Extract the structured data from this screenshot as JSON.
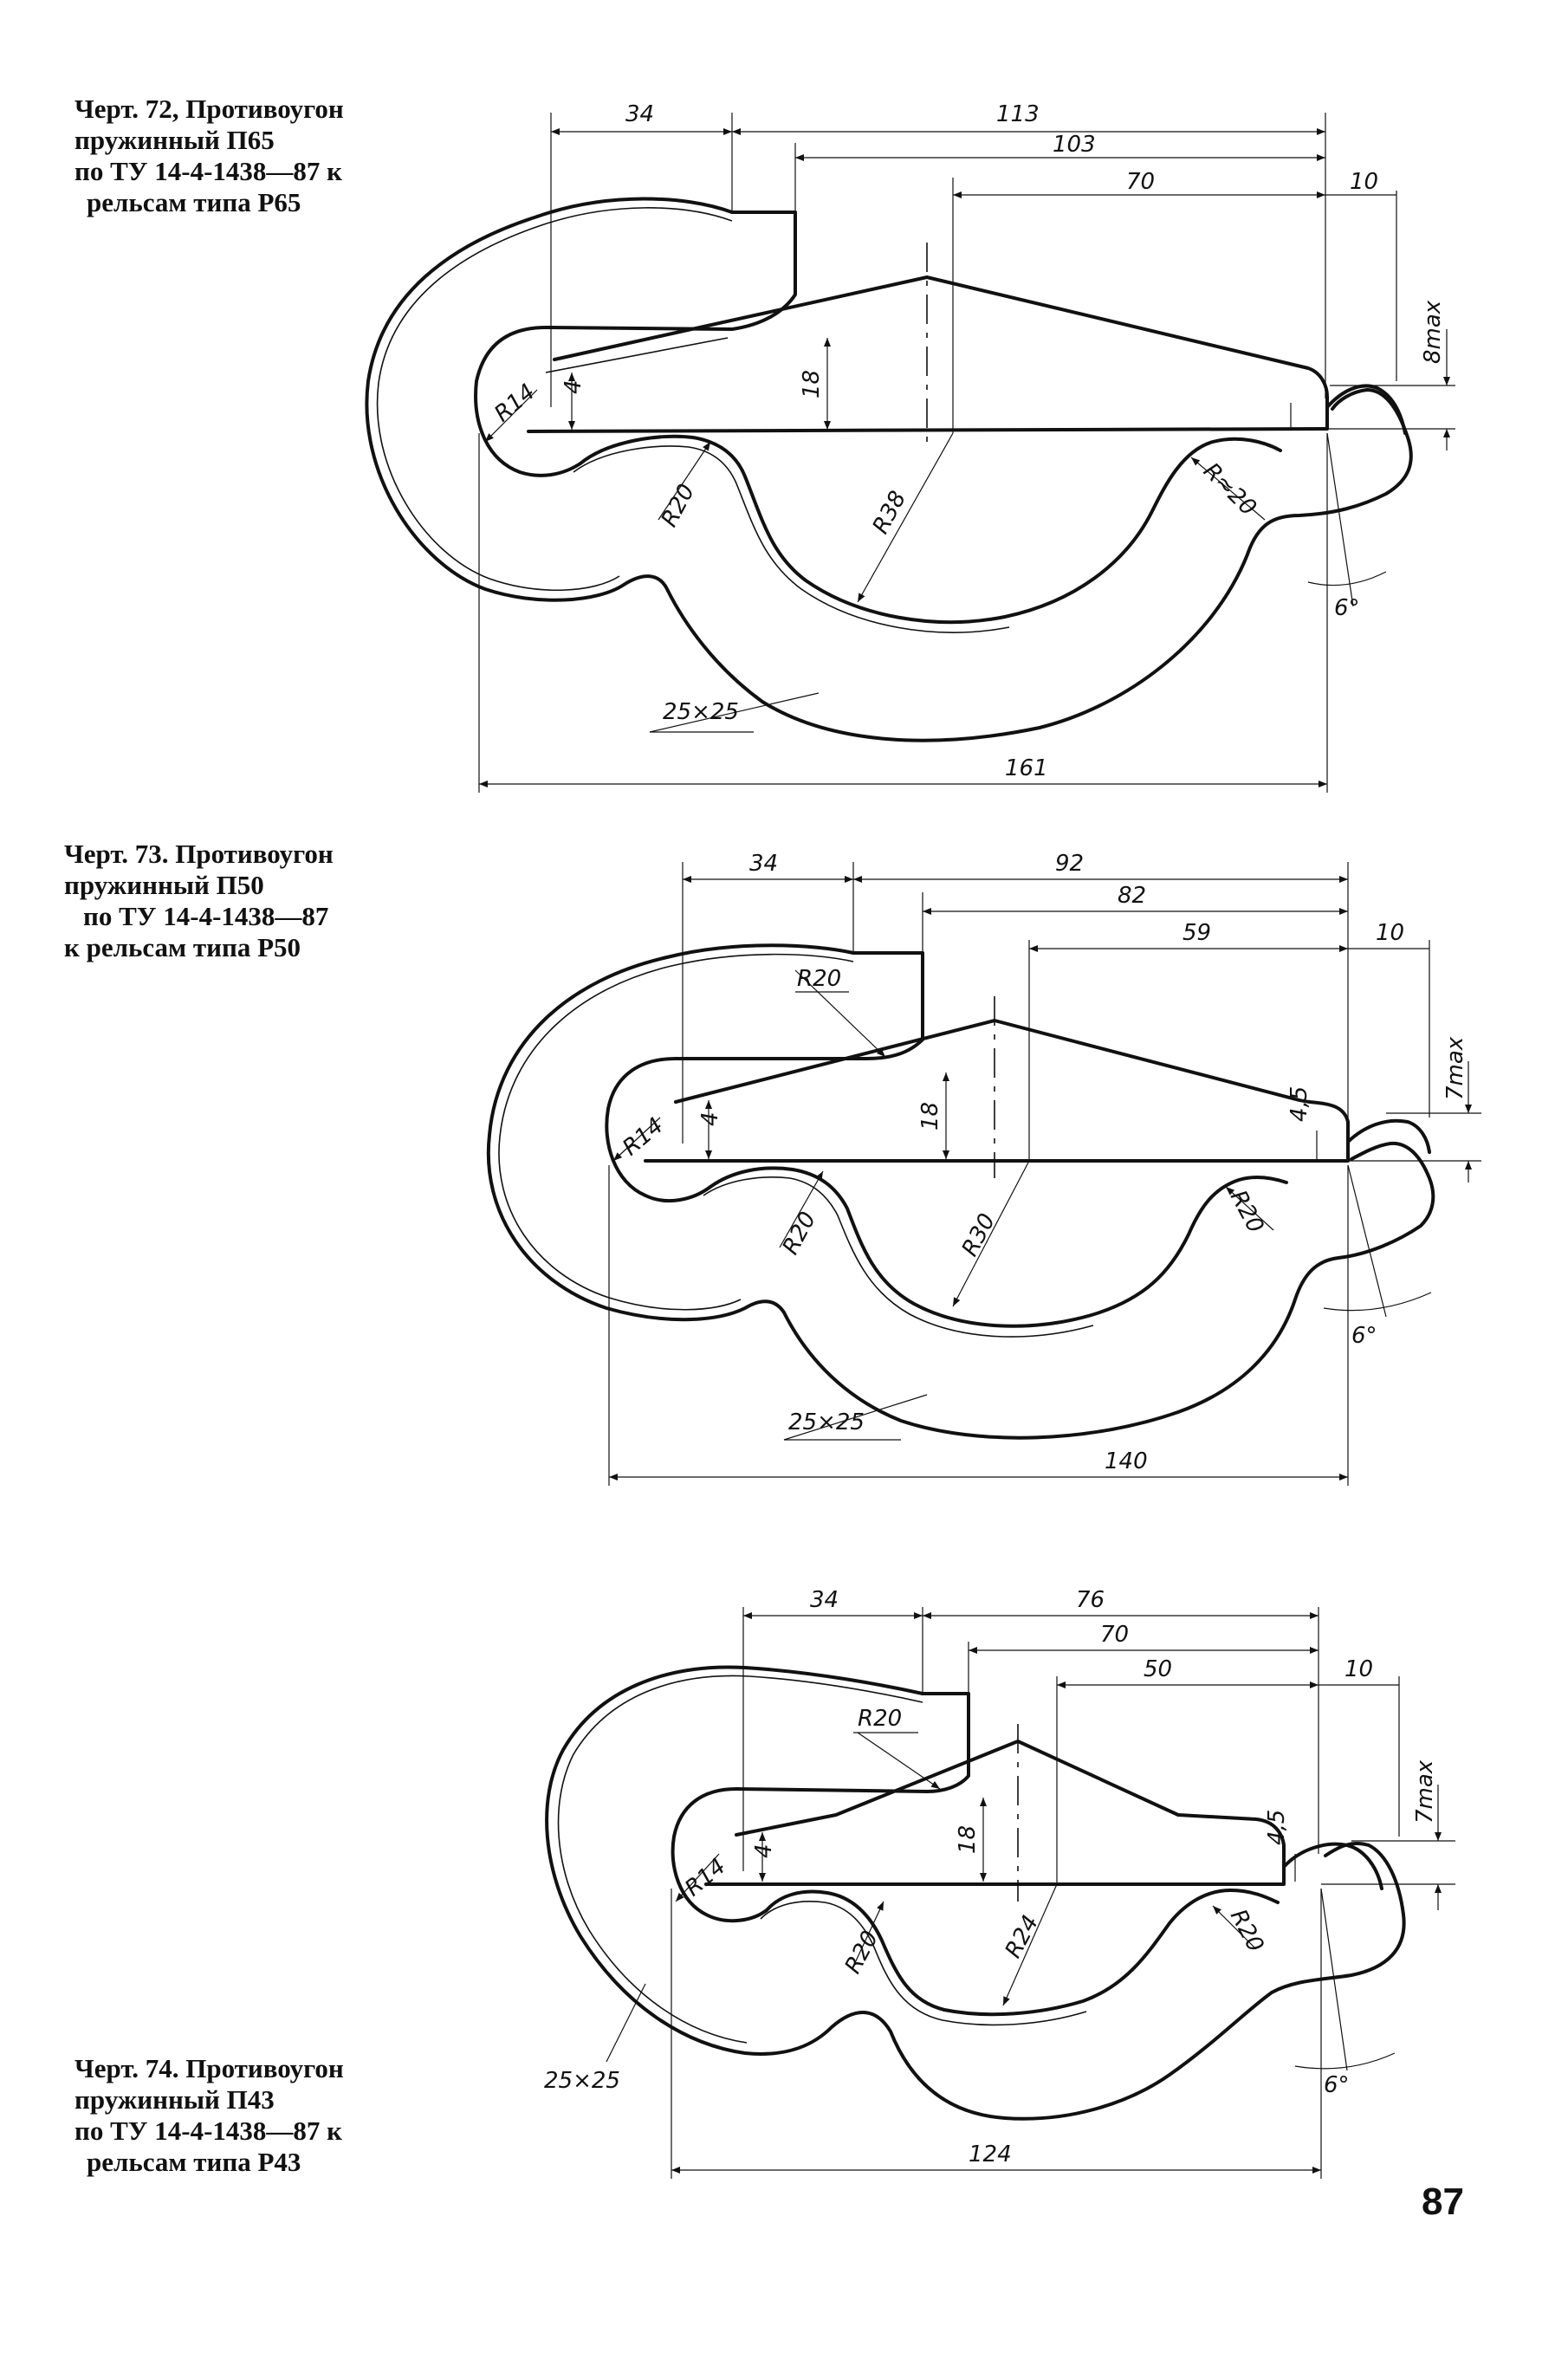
{
  "captions": [
    {
      "lines": [
        "Черт. 72, Противоугон",
        "пружинный П65",
        "по ТУ 14-4-1438—87 к",
        "рельсам типа Р65"
      ]
    },
    {
      "lines": [
        "Черт. 73. Противоугон",
        "пружинный П50",
        "по ТУ 14-4-1438—87",
        "к рельсам типа Р50"
      ]
    },
    {
      "lines": [
        "Черт. 74. Противоугон",
        "пружинный П43",
        "по ТУ 14-4-1438—87 к",
        "рельсам типа Р43"
      ]
    }
  ],
  "figures": [
    {
      "dims": {
        "d34": "34",
        "d113": "113",
        "d103": "103",
        "d70": "70",
        "d10": "10",
        "dmax": "8max",
        "r14": "R14",
        "d4": "4",
        "d18": "18",
        "r20": "R20",
        "r38": "R38",
        "rapprox20": "R≈20",
        "angle": "6°",
        "section": "25×25",
        "total": "161"
      }
    },
    {
      "dims": {
        "d34": "34",
        "d92": "92",
        "d82": "82",
        "d59": "59",
        "d10": "10",
        "dmax": "7max",
        "r20top": "R20",
        "r14": "R14",
        "d4": "4",
        "d18": "18",
        "d45": "4,5",
        "r20a": "R20",
        "r30": "R30",
        "r20b": "R20",
        "angle": "6°",
        "section": "25×25",
        "total": "140"
      }
    },
    {
      "dims": {
        "d34": "34",
        "d76": "76",
        "d70": "70",
        "d50": "50",
        "d10": "10",
        "dmax": "7max",
        "r20top": "R20",
        "r14": "R14",
        "d4": "4",
        "d18": "18",
        "d45": "4,5",
        "r20a": "R20",
        "r24": "R24",
        "r20b": "R20",
        "angle": "6°",
        "section": "25×25",
        "total": "124"
      }
    }
  ],
  "page_number": "87"
}
